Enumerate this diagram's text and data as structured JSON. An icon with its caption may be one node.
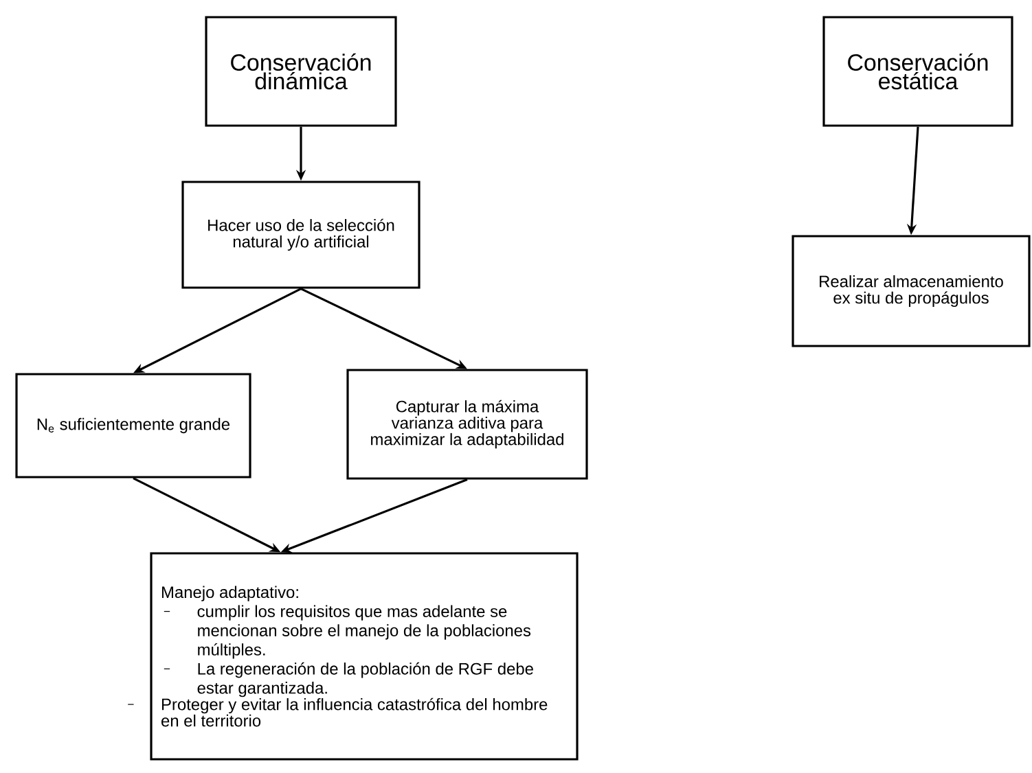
{
  "diagram": {
    "nodes": [
      {
        "text": [
          "Conservación dinámica"
        ]
      },
      {
        "text": [
          "Hacer uso de la selección natural y/o artificial"
        ]
      },
      {
        "text": [
          "N$_{e}$ suficientemente grande"
        ]
      },
      {
        "text": [
          "Capturar la máxima varianza aditiva para maximizar la adaptabilidad"
        ]
      },
      {
        "text": [
          "Manejo adaptativo:",
          "cumplir los requisitos que mas adelante se mencionan sobre el manejo de la poblaciones múltiples.",
          "La regeneración de la población de RGF debe estar garantizada.",
          "Proteger y evitar la influencia catastrófica del hombre en el territorio"
        ]
      },
      {
        "text": [
          "Conservación estática"
        ]
      },
      {
        "text": [
          "Realizar almacenamiento ex situ de propágulos"
        ]
      }
    ],
    "edges": [
      {
        "from": 0,
        "to": 1,
        "arrow": "to"
      },
      {
        "from": 1,
        "to": 2,
        "arrow": "to"
      },
      {
        "from": 1,
        "to": 3,
        "arrow": "to"
      },
      {
        "from": 2,
        "to": 4,
        "arrow": "to"
      },
      {
        "from": 3,
        "to": 4,
        "arrow": "to"
      },
      {
        "from": 5,
        "to": 6,
        "arrow": "to"
      }
    ]
  }
}
